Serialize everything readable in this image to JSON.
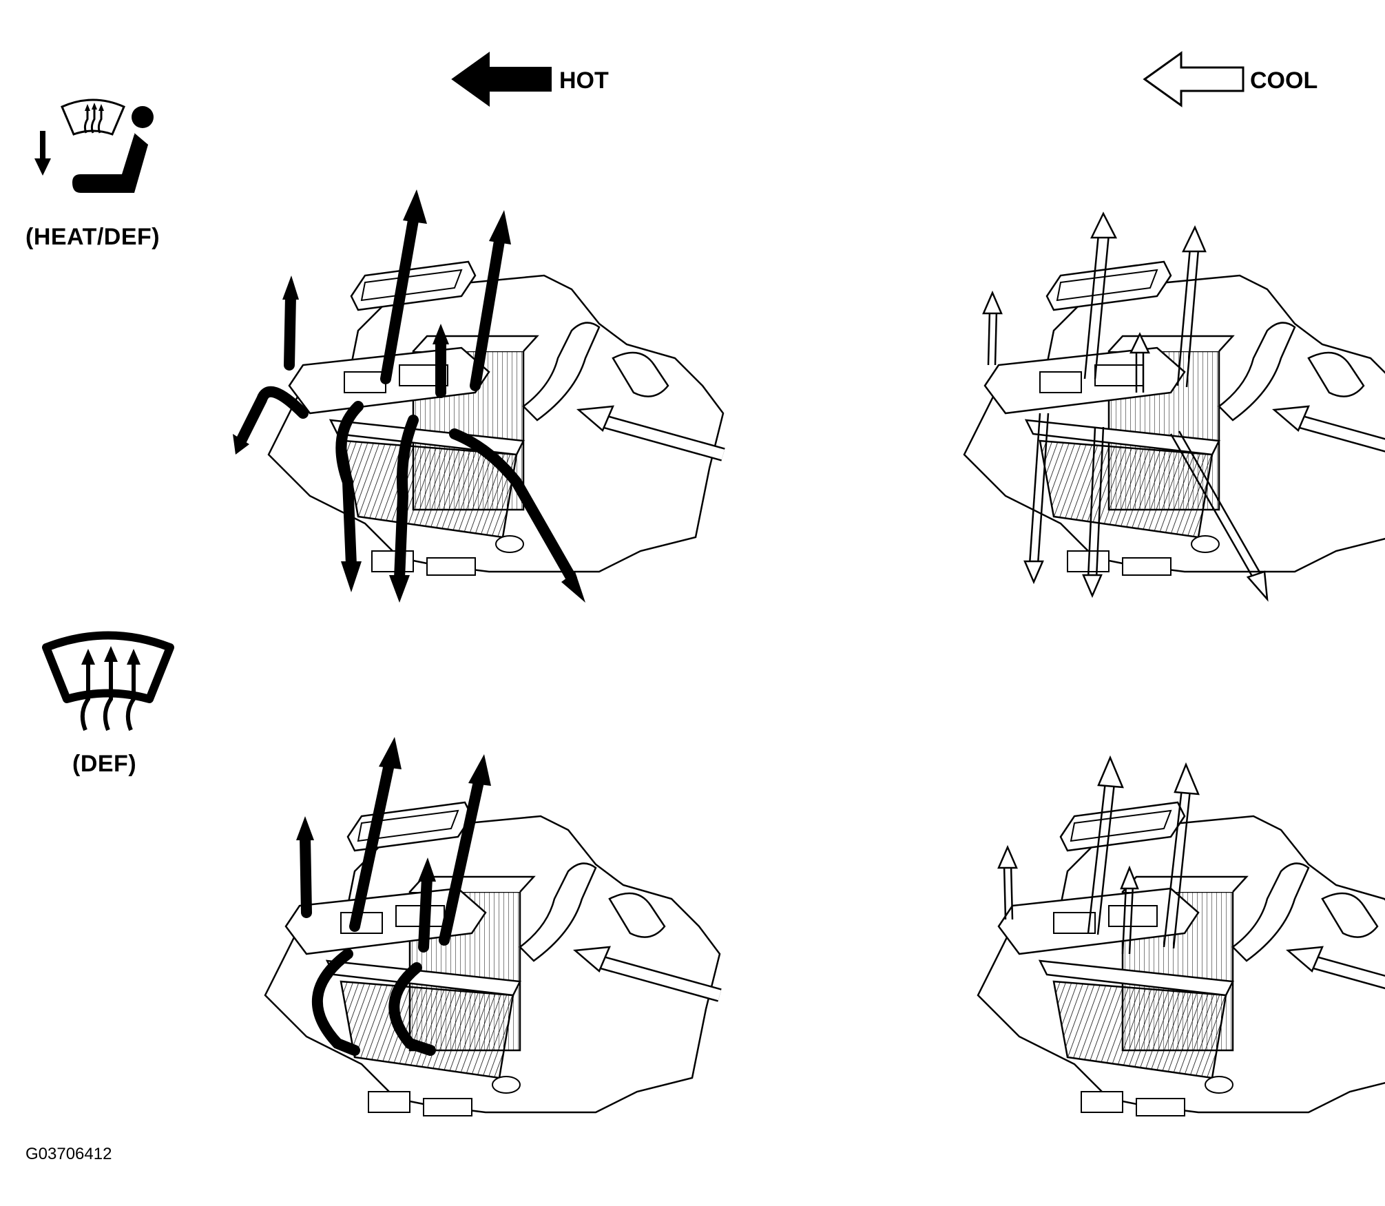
{
  "legend": {
    "hot_label": "HOT",
    "cool_label": "COOL",
    "hot_color": "#000000",
    "cool_color": "#ffffff"
  },
  "modes": [
    {
      "icon": "heat-def-mode-icon",
      "label": "(HEAT/DEF)"
    },
    {
      "icon": "def-mode-icon",
      "label": "(DEF)"
    }
  ],
  "figure_code": "G03706412"
}
